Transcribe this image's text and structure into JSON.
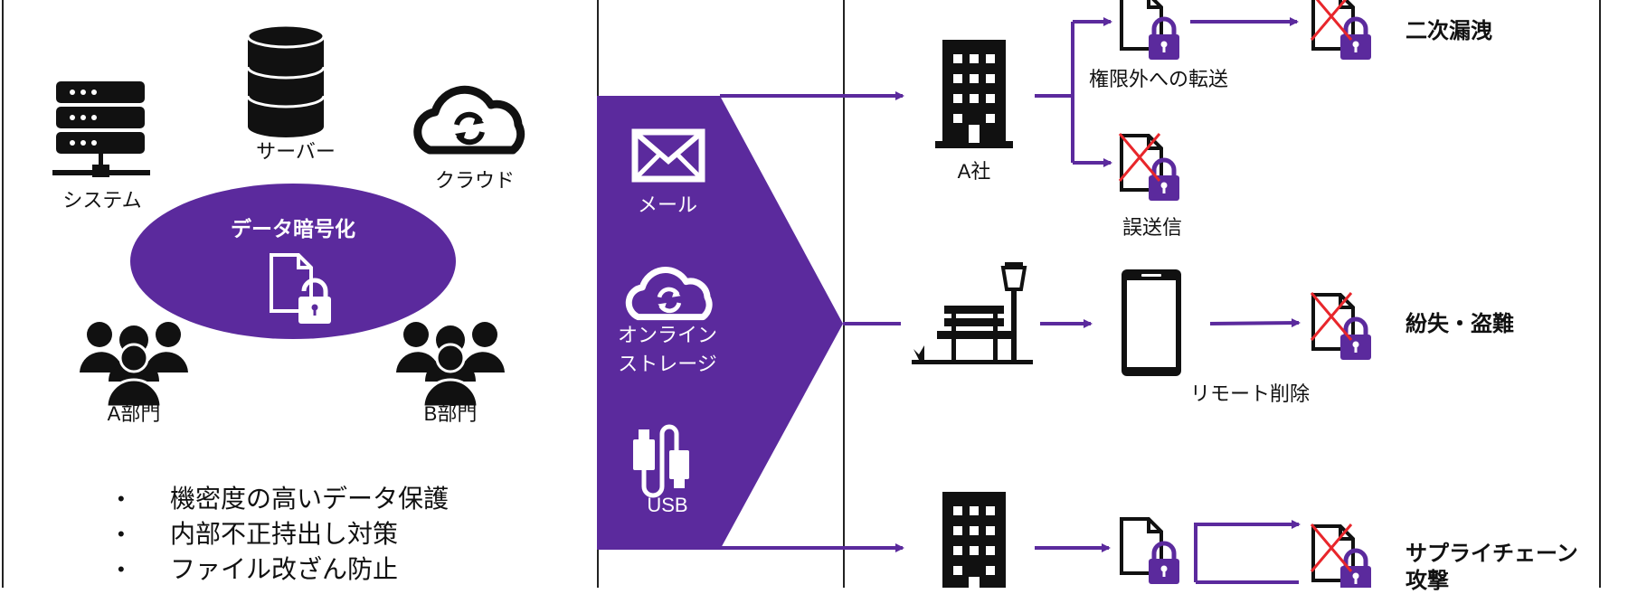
{
  "left": {
    "systems_label": "システム",
    "server_label": "サーバー",
    "cloud_label": "クラウド",
    "ellipse_title": "データ暗号化",
    "dept_a_label": "A部門",
    "dept_b_label": "B部門",
    "bullets": [
      "機密度の高いデータ保護",
      "内部不正持出し対策",
      "ファイル改ざん防止"
    ]
  },
  "channels": {
    "mail_label": "メール",
    "storage_label_line1": "オンライン",
    "storage_label_line2": "ストレージ",
    "usb_label": "USB"
  },
  "right": {
    "company_a_label": "A社",
    "unauthorized_transfer_label": "権限外への転送",
    "misdelivery_label": "誤送信",
    "remote_wipe_label": "リモート削除",
    "secondary_leak_label": "二次漏洩",
    "loss_theft_label": "紛失・盗難",
    "supply_chain_line1": "サプライチェーン",
    "supply_chain_line2": "攻撃"
  },
  "colors": {
    "purple": "#5b2a9d",
    "red": "#e8262b",
    "black": "#111111"
  },
  "icons": [
    "server-rack-icon",
    "database-icon",
    "cloud-sync-icon",
    "encrypted-file-icon",
    "group-icon",
    "mail-icon",
    "usb-icon",
    "building-icon",
    "bench-icon",
    "street-lamp-icon",
    "smartphone-icon",
    "blocked-file-icon"
  ]
}
